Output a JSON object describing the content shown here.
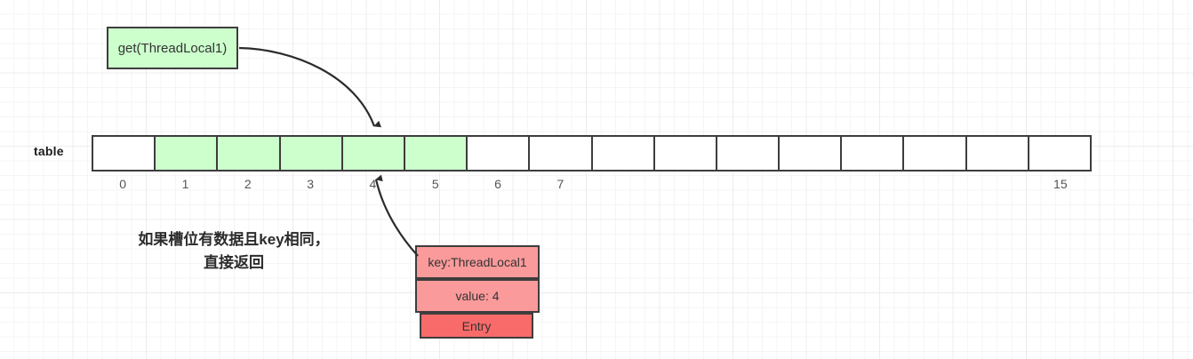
{
  "diagram": {
    "title_label": "table",
    "call_box": {
      "label": "get(ThreadLocal1)",
      "color": "#ccffcc"
    },
    "note": {
      "line1": "如果槽位有数据且key相同，",
      "line2": "直接返回"
    },
    "table": {
      "label": "table",
      "slot_count": 16,
      "filled_slots": [
        1,
        2,
        3,
        4,
        5
      ],
      "filled_color": "#ccffcc",
      "empty_color": "#ffffff",
      "border_color": "#3d3d3d",
      "index_labels": [
        {
          "index": 0,
          "text": "0"
        },
        {
          "index": 1,
          "text": "1"
        },
        {
          "index": 2,
          "text": "2"
        },
        {
          "index": 3,
          "text": "3"
        },
        {
          "index": 4,
          "text": "4"
        },
        {
          "index": 5,
          "text": "5"
        },
        {
          "index": 6,
          "text": "6"
        },
        {
          "index": 7,
          "text": "7"
        },
        {
          "index": 15,
          "text": "15"
        }
      ]
    },
    "entry": {
      "key_label": "key:ThreadLocal1",
      "value_label": "value: 4",
      "title_label": "Entry",
      "body_color": "#fa9a9a",
      "title_color": "#f96a6a"
    },
    "arrows": [
      {
        "name": "call-to-slot",
        "from": "call_box",
        "to": "slot-4-top"
      },
      {
        "name": "entry-to-slot",
        "from": "entry",
        "to": "slot-4-bottom"
      }
    ]
  }
}
